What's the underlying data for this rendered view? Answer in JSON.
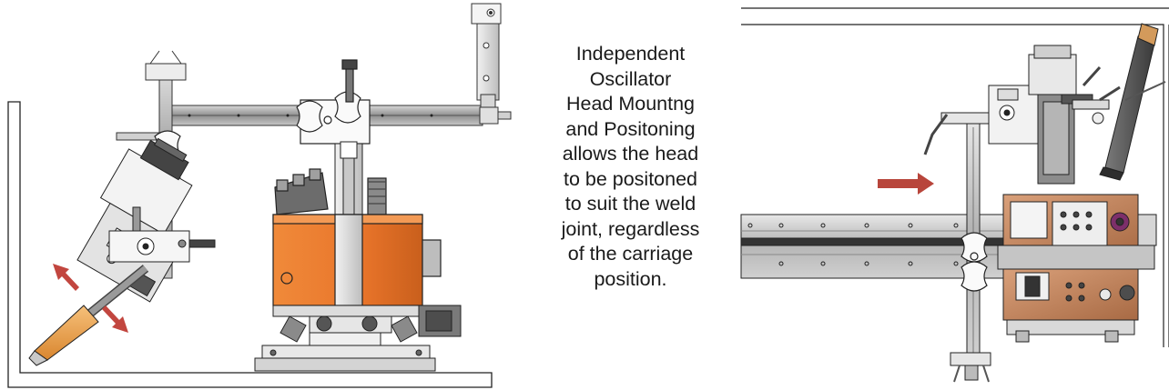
{
  "caption": {
    "lines": [
      "Independent",
      "Oscillator",
      "Head Mountng",
      "and Positoning",
      "allows the head",
      "to be positoned",
      "to suit the weld",
      "joint, regardless",
      "of the carriage",
      "position."
    ]
  },
  "colors": {
    "carriage_orange": "#ec7a2b",
    "torch_orange": "#f0a04c",
    "arrow_red": "#c2463f",
    "rail_grey": "#a6a6a6",
    "steel_light": "#e6e6e6",
    "dark": "#333333"
  },
  "icons": {
    "left_assembly": "welding-carriage-side-view",
    "right_assembly": "welding-carriage-front-view",
    "arrows": [
      "double-direction-arrow-icon",
      "right-arrow-icon"
    ]
  }
}
